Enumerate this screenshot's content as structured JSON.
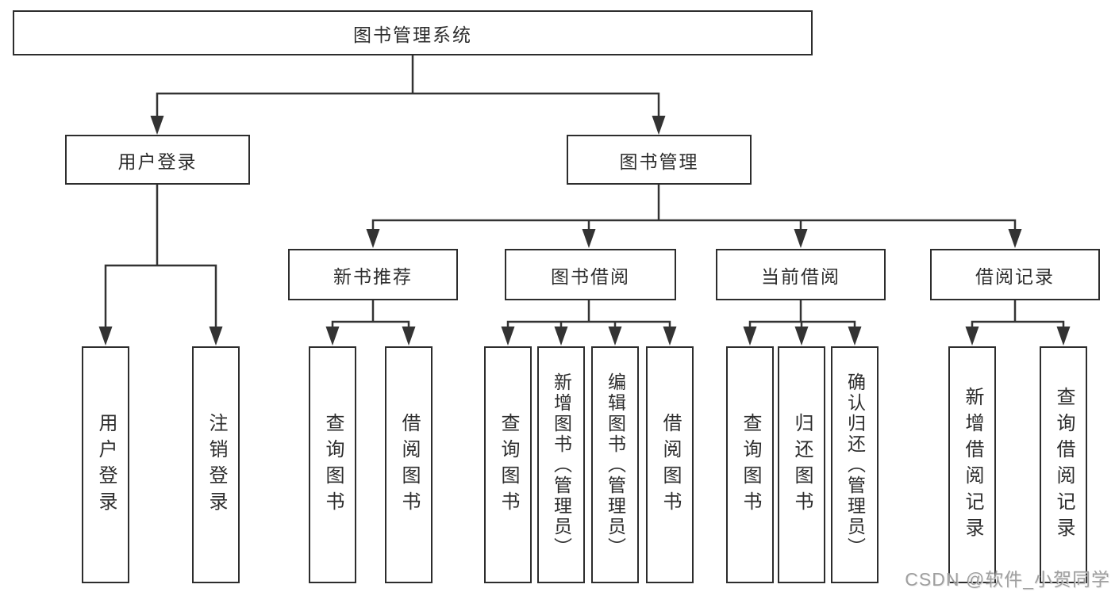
{
  "tree": {
    "root": "图书管理系统",
    "children": [
      {
        "label": "用户登录",
        "children": [
          "用户登录",
          "注销登录"
        ]
      },
      {
        "label": "图书管理",
        "children": [
          {
            "label": "新书推荐",
            "children": [
              "查询图书",
              "借阅图书"
            ]
          },
          {
            "label": "图书借阅",
            "children": [
              "查询图书",
              "新增图书（管理员）",
              "编辑图书（管理员）",
              "借阅图书"
            ]
          },
          {
            "label": "当前借阅",
            "children": [
              "查询图书",
              "归还图书",
              "确认归还（管理员）"
            ]
          },
          {
            "label": "借阅记录",
            "children": [
              "新增借阅记录",
              "查询借阅记录"
            ]
          }
        ]
      }
    ]
  },
  "watermark": "CSDN @软件_小贺同学",
  "colors": {
    "line": "#333333",
    "box_border": "#2d2d2d",
    "text": "#2d2d2d",
    "background": "#ffffff",
    "watermark": "#979797"
  }
}
